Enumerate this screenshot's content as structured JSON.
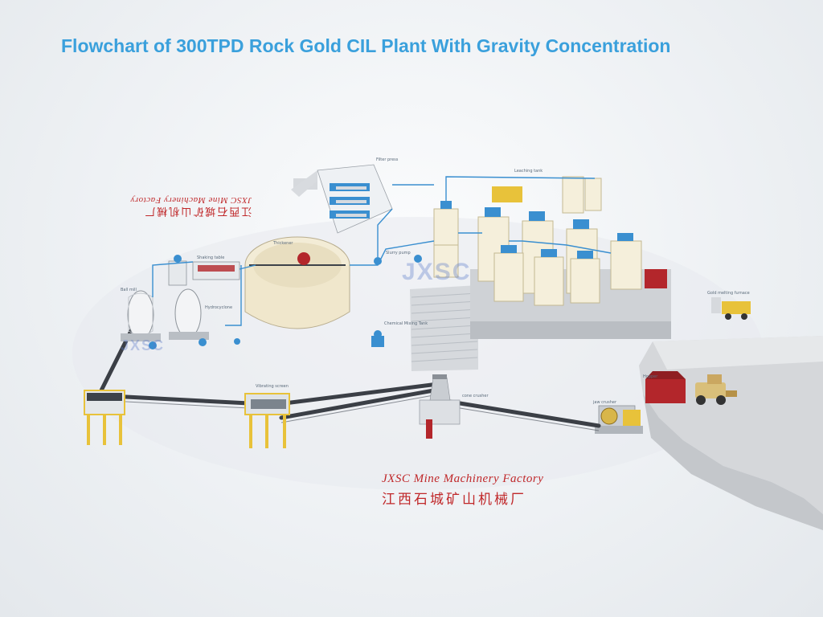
{
  "title": "Flowchart of 300TPD Rock Gold CIL Plant With Gravity Concentration",
  "factory_label": {
    "english": "JXSC Mine Machinery Factory",
    "chinese": "江西石城矿山机械厂"
  },
  "mirrored_label": {
    "english": "JXSC Mine Machinery Factory",
    "chinese": "江西石城矿山机械厂"
  },
  "watermark": "JXSC",
  "equipment_tags": [
    "Vibrating screen",
    "cone crusher",
    "jaw crusher",
    "Hopper",
    "Ball mill",
    "Hydrocyclone",
    "Thickener",
    "Leaching tank",
    "Filter press",
    "Chemical Mixing Tank",
    "Slurry pump",
    "Shaking table",
    "Gold melting furnace"
  ],
  "colors": {
    "title": "#3aa0dc",
    "factory_label": "#c0282a",
    "conveyor": "#3b3f46",
    "tank": "#f3ecd6",
    "pipe": "#3a8fd0",
    "frame": "#e8c23a"
  }
}
